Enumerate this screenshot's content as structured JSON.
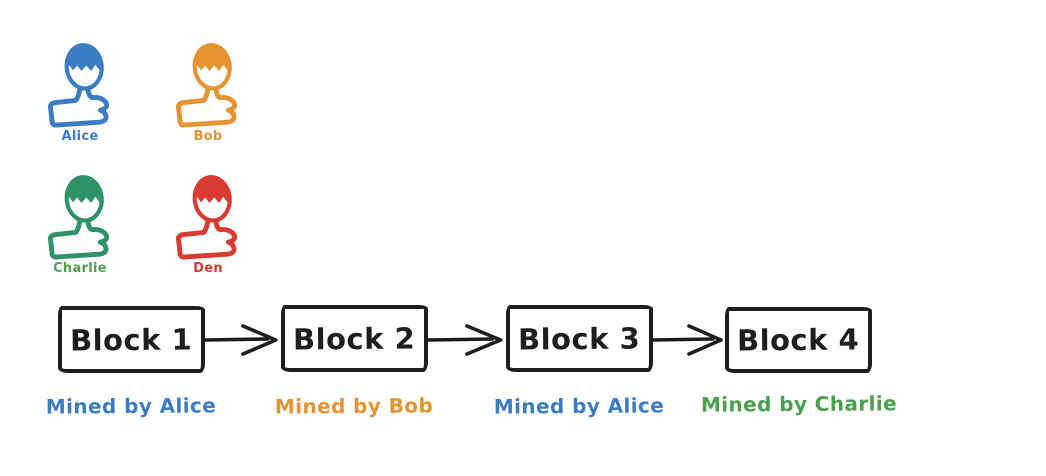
{
  "diagram": {
    "background": "#ffffff",
    "stroke_color": "#1e1e1e"
  },
  "miners": [
    {
      "name": "Alice",
      "color": "#3b7dc3",
      "label_color": "#3b7dc3"
    },
    {
      "name": "Bob",
      "color": "#e59430",
      "label_color": "#e59430"
    },
    {
      "name": "Charlie",
      "color": "#2f9268",
      "label_color": "#4aa04f"
    },
    {
      "name": "Den",
      "color": "#d83b31",
      "label_color": "#d83b31"
    }
  ],
  "blocks": [
    {
      "label": "Block 1",
      "mined_by": "Mined by Alice",
      "miner_color": "#3b7dc3"
    },
    {
      "label": "Block 2",
      "mined_by": "Mined by Bob",
      "miner_color": "#e59430"
    },
    {
      "label": "Block 3",
      "mined_by": "Mined by Alice",
      "miner_color": "#3b7dc3"
    },
    {
      "label": "Block 4",
      "mined_by": "Mined by Charlie",
      "miner_color": "#4aa04f"
    }
  ]
}
